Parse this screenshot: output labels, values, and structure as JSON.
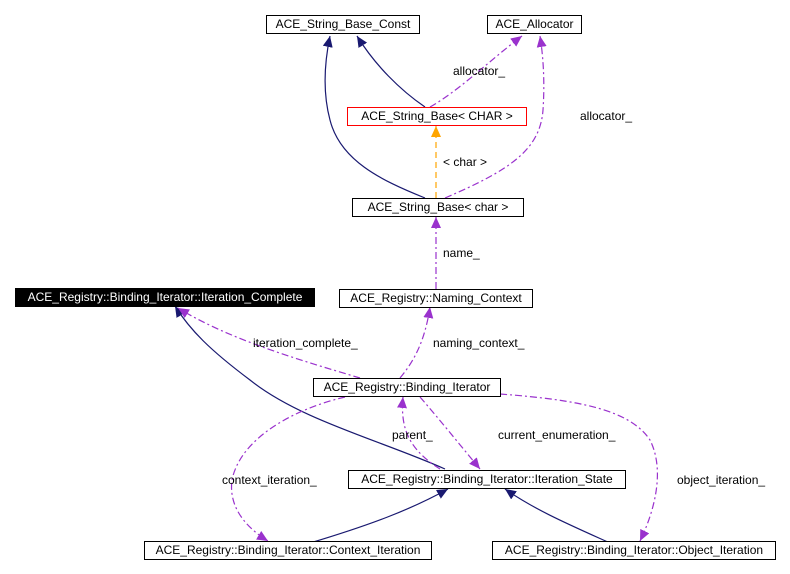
{
  "colors": {
    "inheritance": "#191970",
    "usage": "#9a32cd",
    "template": "#ffa500",
    "highlight_border": "#ff0000",
    "dark_fill": "#000000"
  },
  "nodes": {
    "string_base_const": "ACE_String_Base_Const",
    "allocator": "ACE_Allocator",
    "string_base_template": "ACE_String_Base< CHAR >",
    "string_base_char": "ACE_String_Base< char >",
    "iteration_complete": "ACE_Registry::Binding_Iterator::Iteration_Complete",
    "naming_context": "ACE_Registry::Naming_Context",
    "binding_iterator": "ACE_Registry::Binding_Iterator",
    "iteration_state": "ACE_Registry::Binding_Iterator::Iteration_State",
    "context_iteration": "ACE_Registry::Binding_Iterator::Context_Iteration",
    "object_iteration": "ACE_Registry::Binding_Iterator::Object_Iteration"
  },
  "edge_labels": {
    "allocator_1": "allocator_",
    "allocator_2": "allocator_",
    "template_arg": "< char >",
    "name": "name_",
    "iteration_complete": "iteration_complete_",
    "naming_context": "naming_context_",
    "parent": "parent_",
    "current_enumeration": "current_enumeration_",
    "context_iteration": "context_iteration_",
    "object_iteration": "object_iteration_"
  }
}
